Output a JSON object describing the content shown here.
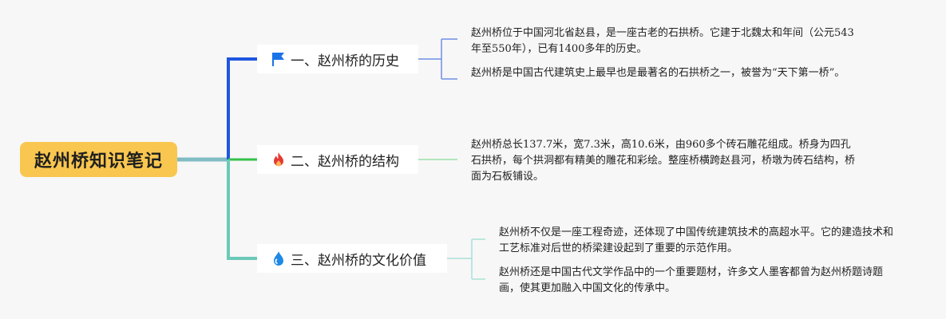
{
  "root": {
    "label": "赵州桥知识笔记"
  },
  "branches": [
    {
      "label": "一、赵州桥的历史",
      "icon": "flag-icon",
      "color": "#1f56e0",
      "notes": [
        "赵州桥位于中国河北省赵县，是一座古老的石拱桥。它建于北魏太和年间（公元543年至550年），已有1400多年的历史。",
        "赵州桥是中国古代建筑史上最早也是最著名的石拱桥之一，被誉为“天下第一桥”。"
      ]
    },
    {
      "label": "二、赵州桥的结构",
      "icon": "fire-icon",
      "color": "#35c24a",
      "notes": [
        "赵州桥总长137.7米，宽7.3米，高10.6米，由960多个砖石雕花组成。桥身为四孔石拱桥，每个拱洞都有精美的雕花和彩绘。整座桥横跨赵县河，桥墩为砖石结构，桥面为石板铺设。"
      ]
    },
    {
      "label": "三、赵州桥的文化价值",
      "icon": "water-drop-icon",
      "color": "#6cc9b8",
      "notes": [
        "赵州桥不仅是一座工程奇迹，还体现了中国传统建筑技术的高超水平。它的建造技术和工艺标准对后世的桥梁建设起到了重要的示范作用。",
        "赵州桥还是中国古代文学作品中的一个重要题材，许多文人墨客都曾为赵州桥题诗题画，使其更加融入中国文化的传承中。"
      ]
    }
  ]
}
